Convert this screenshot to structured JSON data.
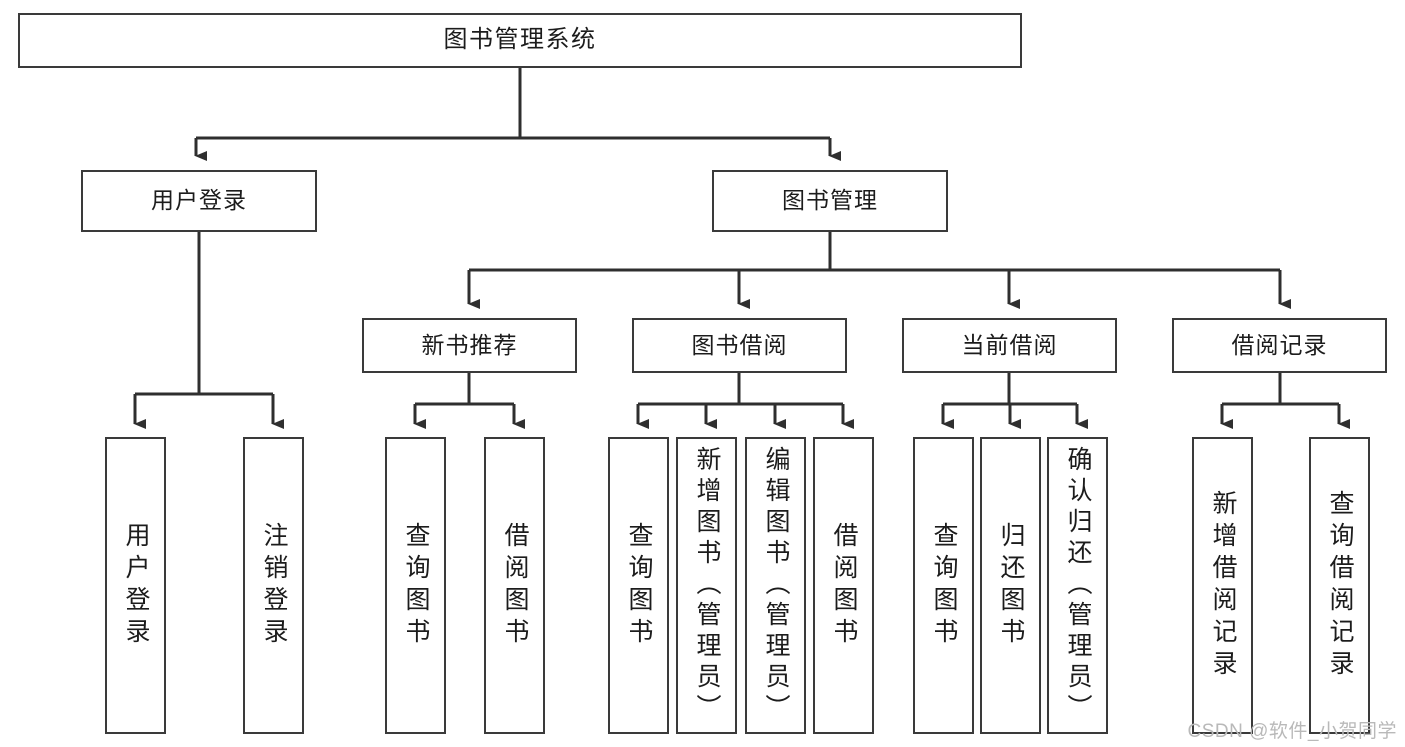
{
  "diagram": {
    "title": "图书管理系统",
    "type": "tree-hierarchy",
    "watermark": "CSDN @软件_小贺同学",
    "colors": {
      "box_border": "#3a3a3a",
      "box_fill": "#ffffff",
      "connector": "#2f2f2f",
      "text": "#1c1c1c",
      "watermark": "#b9b9b9",
      "background": "#ffffff"
    },
    "levels": {
      "level1": "root",
      "level2": "modules",
      "level3": "sub-modules",
      "level4": "functions"
    }
  },
  "nodes": {
    "root": {
      "label": "图书管理系统"
    },
    "level2": [
      {
        "id": "user-login",
        "label": "用户登录"
      },
      {
        "id": "book-manage",
        "label": "图书管理"
      }
    ],
    "level3": [
      {
        "id": "new-book-rec",
        "label": "新书推荐",
        "parent": "book-manage"
      },
      {
        "id": "book-borrow",
        "label": "图书借阅",
        "parent": "book-manage"
      },
      {
        "id": "current-borrow",
        "label": "当前借阅",
        "parent": "book-manage"
      },
      {
        "id": "borrow-record",
        "label": "借阅记录",
        "parent": "book-manage"
      }
    ],
    "level4": [
      {
        "id": "leaf-1",
        "label": "用户登录",
        "parent": "user-login"
      },
      {
        "id": "leaf-2",
        "label": "注销登录",
        "parent": "user-login"
      },
      {
        "id": "leaf-3",
        "label": "查询图书",
        "parent": "new-book-rec"
      },
      {
        "id": "leaf-4",
        "label": "借阅图书",
        "parent": "new-book-rec"
      },
      {
        "id": "leaf-5",
        "label": "查询图书",
        "parent": "book-borrow"
      },
      {
        "id": "leaf-6",
        "label": "新增图书（管理员）",
        "parent": "book-borrow"
      },
      {
        "id": "leaf-7",
        "label": "编辑图书（管理员）",
        "parent": "book-borrow"
      },
      {
        "id": "leaf-8",
        "label": "借阅图书",
        "parent": "book-borrow"
      },
      {
        "id": "leaf-9",
        "label": "查询图书",
        "parent": "current-borrow"
      },
      {
        "id": "leaf-10",
        "label": "归还图书",
        "parent": "current-borrow"
      },
      {
        "id": "leaf-11",
        "label": "确认归还（管理员）",
        "parent": "current-borrow"
      },
      {
        "id": "leaf-12",
        "label": "新增借阅记录",
        "parent": "borrow-record"
      },
      {
        "id": "leaf-13",
        "label": "查询借阅记录",
        "parent": "borrow-record"
      }
    ]
  }
}
